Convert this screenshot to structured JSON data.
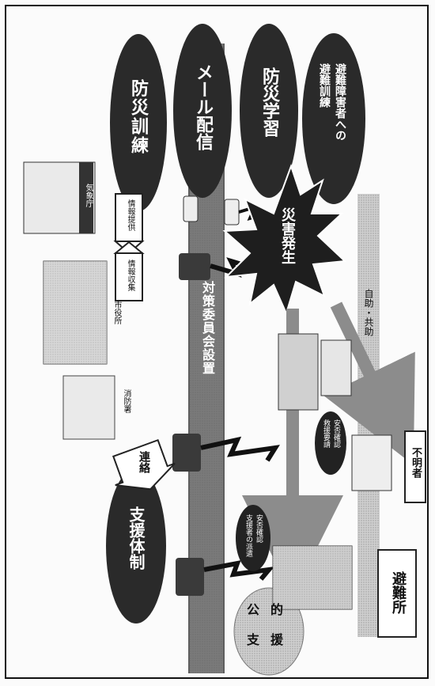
{
  "labels": {
    "shelter": "避難所",
    "missing": "不明者",
    "public_support_chars": [
      "公",
      "的",
      "支",
      "援"
    ],
    "support_system": "支援体制",
    "renraku": "連絡",
    "fire_station": "消防署",
    "city_hall": "市役所",
    "weather_agency": "気象庁",
    "hq": "対策委員会設置",
    "self_help": "自助・共助",
    "disaster": "災害発生",
    "safety_check_left": "安否確認\n支援者の派遣",
    "safety_check_right": "安否確認\n救援要請",
    "info_share": "情報提供",
    "info_collect": "情報収集"
  },
  "ovals": [
    "防災訓練",
    "メール配信",
    "防災学習",
    "避難障害者への\n避難訓練"
  ],
  "colors": {
    "oval": "#2a2a2a",
    "band": "#d7d7d7",
    "arrow": "#8c8c8c",
    "bar": "#5a5a5a"
  }
}
